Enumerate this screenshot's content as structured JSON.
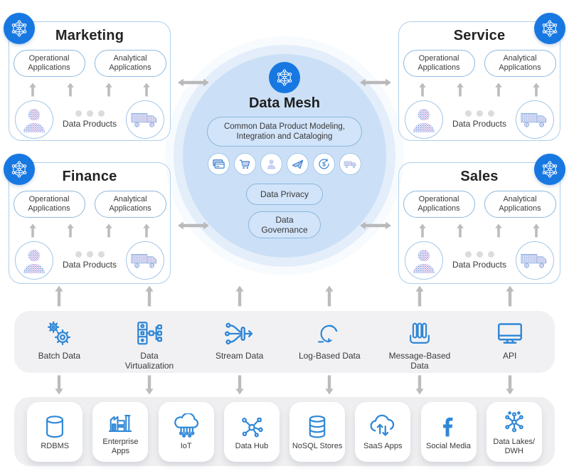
{
  "colors": {
    "accent_blue": "#1778e2",
    "icon_blue": "#2f87d6",
    "circle_fill": "#cbe0f6",
    "pill_fill": "#d2e4f9",
    "pill_border": "#8cb6dd",
    "quadrant_border": "#aecfeb",
    "band_gray": "#f1f1f3",
    "arrow_gray": "#bcbcbe"
  },
  "quadrants": [
    {
      "id": "marketing",
      "title": "Marketing",
      "badge_icon": "data-mesh-node-icon",
      "apps": [
        "Operational Applications",
        "Analytical Applications"
      ],
      "product_icons": [
        "person-icon",
        "truck-icon"
      ],
      "data_products_label": "Data Products"
    },
    {
      "id": "service",
      "title": "Service",
      "badge_icon": "data-mesh-node-icon",
      "apps": [
        "Operational Applications",
        "Analytical Applications"
      ],
      "product_icons": [
        "person-icon",
        "truck-icon"
      ],
      "data_products_label": "Data Products"
    },
    {
      "id": "finance",
      "title": "Finance",
      "badge_icon": "data-mesh-node-icon",
      "apps": [
        "Operational Applications",
        "Analytical Applications"
      ],
      "product_icons": [
        "person-icon",
        "truck-icon"
      ],
      "data_products_label": "Data Products"
    },
    {
      "id": "sales",
      "title": "Sales",
      "badge_icon": "data-mesh-node-icon",
      "apps": [
        "Operational Applications",
        "Analytical Applications"
      ],
      "product_icons": [
        "person-icon",
        "truck-icon"
      ],
      "data_products_label": "Data Products"
    }
  ],
  "center": {
    "badge_icon": "data-mesh-node-icon",
    "title": "Data Mesh",
    "capability_pill": "Common Data Product Modeling, Integration and Cataloging",
    "domain_icons": [
      "credit-card-icon",
      "shopping-cart-icon",
      "person-icon",
      "airplane-icon",
      "dollar-cycle-icon",
      "truck-icon"
    ],
    "privacy_pill": "Data Privacy",
    "governance_pill": "Data Governance"
  },
  "ingestion_band": {
    "items": [
      {
        "label": "Batch Data",
        "icon": "gears-icon"
      },
      {
        "label": "Data Virtualization",
        "icon": "server-nodes-icon"
      },
      {
        "label": "Stream Data",
        "icon": "stream-split-icon"
      },
      {
        "label": "Log-Based Data",
        "icon": "log-cycle-icon"
      },
      {
        "label": "Message-Based Data",
        "icon": "message-queue-icon"
      },
      {
        "label": "API",
        "icon": "monitor-icon"
      }
    ]
  },
  "sources_band": {
    "items": [
      {
        "label": "RDBMS",
        "icon": "database-icon"
      },
      {
        "label": "Enterprise Apps",
        "icon": "factory-icon"
      },
      {
        "label": "IoT",
        "icon": "iot-cloud-icon"
      },
      {
        "label": "Data Hub",
        "icon": "hub-network-icon"
      },
      {
        "label": "NoSQL Stores",
        "icon": "stacked-database-icon"
      },
      {
        "label": "SaaS Apps",
        "icon": "cloud-sync-icon"
      },
      {
        "label": "Social Media",
        "icon": "facebook-icon"
      },
      {
        "label": "Data Lakes/ DWH",
        "icon": "lake-network-icon"
      }
    ]
  }
}
